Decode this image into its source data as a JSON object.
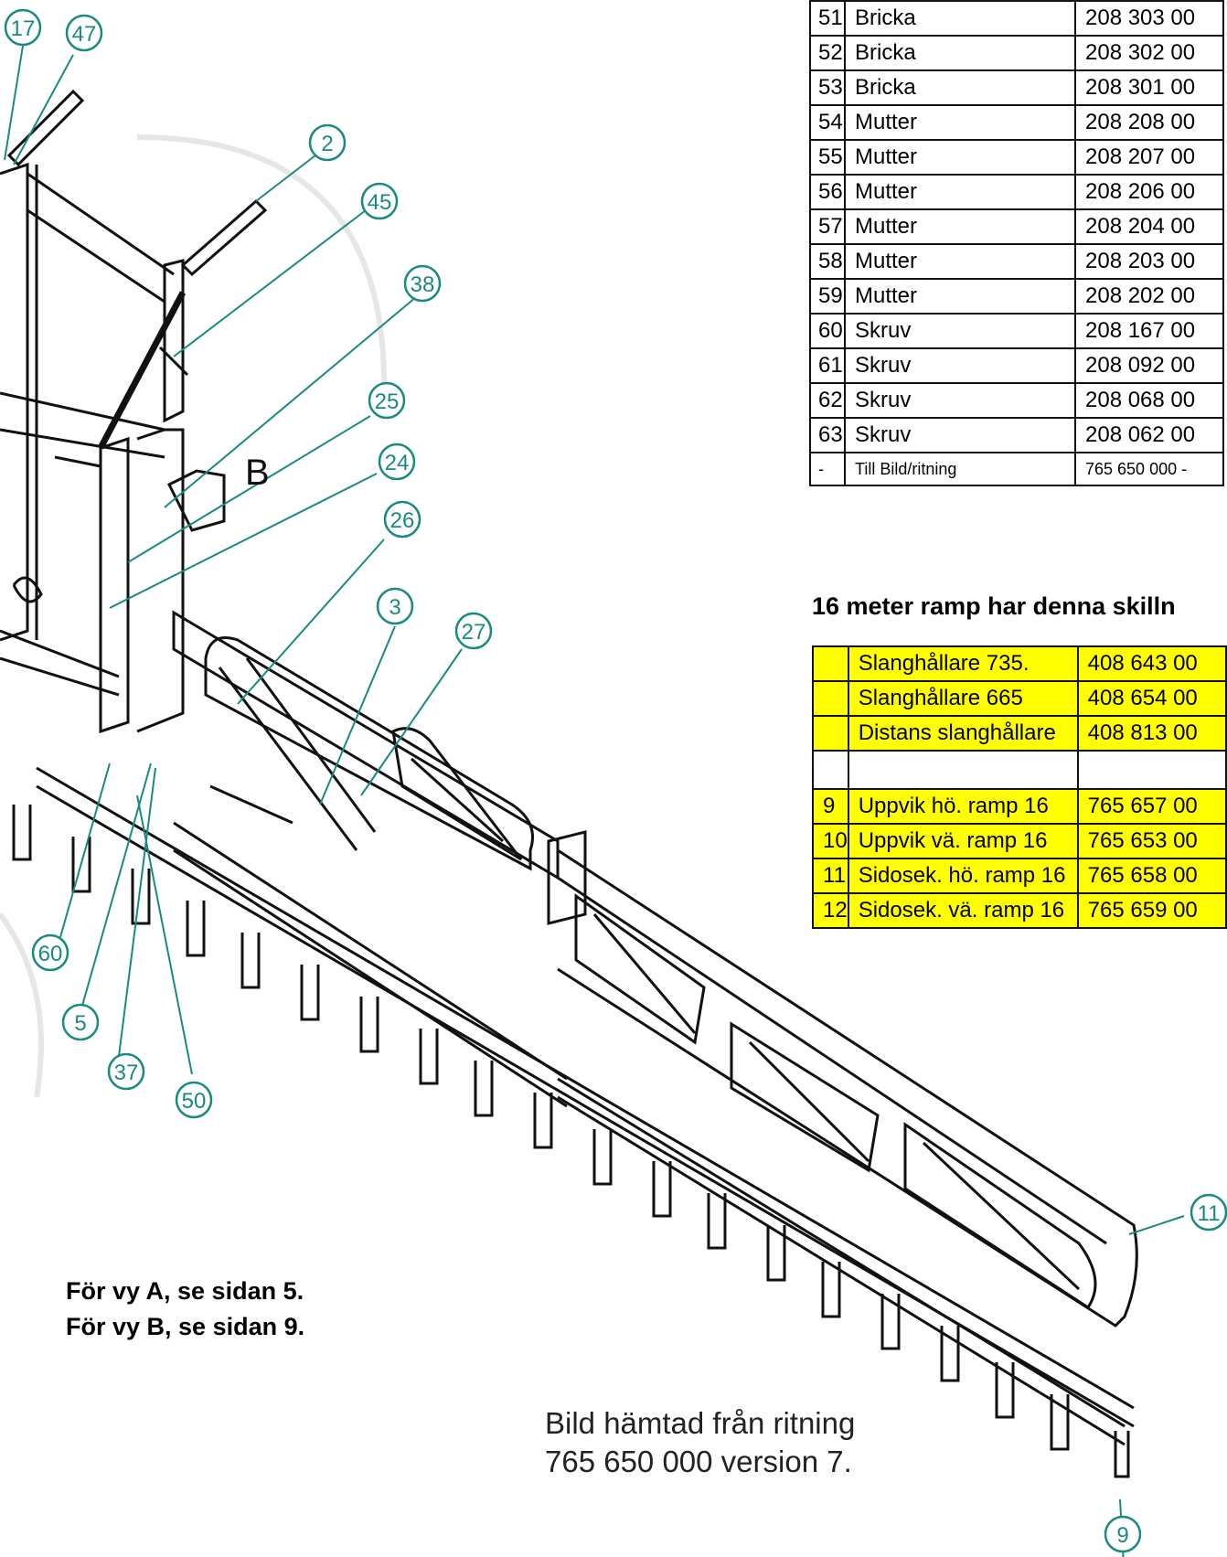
{
  "parts_table": {
    "rows": [
      {
        "no": "51",
        "name": "Bricka",
        "art": "208 303 00"
      },
      {
        "no": "52",
        "name": "Bricka",
        "art": "208 302 00"
      },
      {
        "no": "53",
        "name": "Bricka",
        "art": "208 301 00"
      },
      {
        "no": "54",
        "name": "Mutter",
        "art": "208 208 00"
      },
      {
        "no": "55",
        "name": "Mutter",
        "art": "208 207 00"
      },
      {
        "no": "56",
        "name": "Mutter",
        "art": "208 206 00"
      },
      {
        "no": "57",
        "name": "Mutter",
        "art": "208 204 00"
      },
      {
        "no": "58",
        "name": "Mutter",
        "art": "208 203 00"
      },
      {
        "no": "59",
        "name": "Mutter",
        "art": "208 202 00"
      },
      {
        "no": "60",
        "name": "Skruv",
        "art": "208 167 00"
      },
      {
        "no": "61",
        "name": "Skruv",
        "art": "208 092 00"
      },
      {
        "no": "62",
        "name": "Skruv",
        "art": "208 068 00"
      },
      {
        "no": "63",
        "name": "Skruv",
        "art": "208 062 00"
      }
    ],
    "ref_row": {
      "no": "-",
      "name": "Till Bild/ritning",
      "art": "765 650 000 -"
    }
  },
  "ramp16": {
    "heading": "16 meter ramp har denna skilln",
    "rows": [
      {
        "no": "",
        "name": "Slanghållare 735.",
        "art": "408 643 00"
      },
      {
        "no": "",
        "name": "Slanghållare 665",
        "art": "408 654 00"
      },
      {
        "no": "",
        "name": "Distans slanghållare",
        "art": "408 813 00"
      },
      {
        "no": "9",
        "name": "Uppvik hö. ramp 16",
        "art": "765 657 00"
      },
      {
        "no": "10",
        "name": "Uppvik vä. ramp 16",
        "art": "765 653 00"
      },
      {
        "no": "11",
        "name": "Sidosek. hö. ramp 16",
        "art": "765 658 00"
      },
      {
        "no": "12",
        "name": "Sidosek. vä. ramp 16",
        "art": "765 659 00"
      }
    ]
  },
  "view_label": "B",
  "callouts": [
    "17",
    "47",
    "2",
    "45",
    "38",
    "25",
    "24",
    "26",
    "3",
    "27",
    "60",
    "5",
    "37",
    "50",
    "11",
    "9"
  ],
  "notes": {
    "view_a": "För vy A, se sidan 5.",
    "view_b": "För vy B, se sidan 9."
  },
  "source": {
    "line1": "Bild hämtad från ritning",
    "line2": "765 650 000 version 7."
  },
  "colors": {
    "callout": "#1a8a80",
    "highlight": "#ffff00"
  }
}
